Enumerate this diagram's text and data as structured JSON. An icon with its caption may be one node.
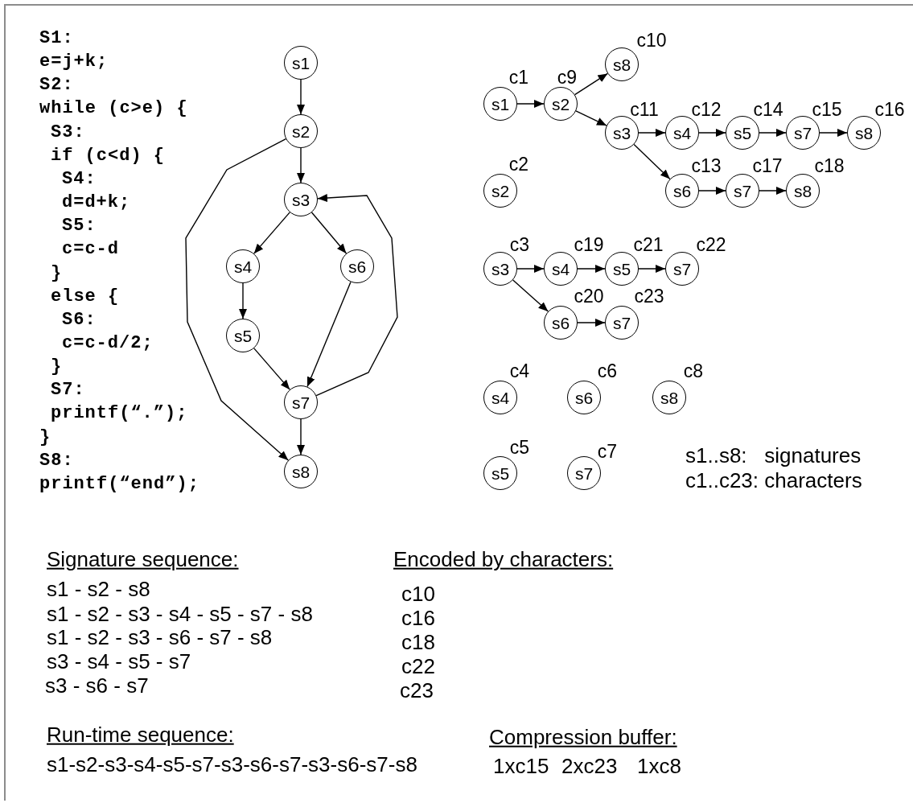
{
  "diagram": {
    "nodes": [
      {
        "text": [
          "s1"
        ]
      },
      {
        "text": [
          "s2"
        ]
      },
      {
        "text": [
          "s3"
        ]
      },
      {
        "text": [
          "s4"
        ]
      },
      {
        "text": [
          "s6"
        ]
      },
      {
        "text": [
          "s5"
        ]
      },
      {
        "text": [
          "s7"
        ]
      },
      {
        "text": [
          "s8"
        ]
      },
      {
        "text": [
          "s1"
        ],
        "beside": [
          "c1"
        ]
      },
      {
        "text": [
          "s2"
        ],
        "beside": [
          "c9"
        ]
      },
      {
        "text": [
          "s8"
        ],
        "beside": [
          "c10"
        ]
      },
      {
        "text": [
          "s3"
        ],
        "beside": [
          "c11"
        ]
      },
      {
        "text": [
          "s4"
        ],
        "beside": [
          "c12"
        ]
      },
      {
        "text": [
          "s5"
        ],
        "beside": [
          "c14"
        ]
      },
      {
        "text": [
          "s7"
        ],
        "beside": [
          "c15"
        ]
      },
      {
        "text": [
          "s8"
        ],
        "beside": [
          "c16"
        ]
      },
      {
        "text": [
          "s2"
        ],
        "beside": [
          "c2"
        ]
      },
      {
        "text": [
          "s6"
        ],
        "beside": [
          "c13"
        ]
      },
      {
        "text": [
          "s7"
        ],
        "beside": [
          "c17"
        ]
      },
      {
        "text": [
          "s8"
        ],
        "beside": [
          "c18"
        ]
      },
      {
        "text": [
          "s3"
        ],
        "beside": [
          "c3"
        ]
      },
      {
        "text": [
          "s4"
        ],
        "beside": [
          "c19"
        ]
      },
      {
        "text": [
          "s5"
        ],
        "beside": [
          "c21"
        ]
      },
      {
        "text": [
          "s7"
        ],
        "beside": [
          "c22"
        ]
      },
      {
        "text": [
          "s6"
        ],
        "beside": [
          "c20"
        ]
      },
      {
        "text": [
          "s7"
        ],
        "beside": [
          "c23"
        ]
      },
      {
        "text": [
          "s4"
        ],
        "beside": [
          "c4"
        ]
      },
      {
        "text": [
          "s6"
        ],
        "beside": [
          "c6"
        ]
      },
      {
        "text": [
          "s8"
        ],
        "beside": [
          "c8"
        ]
      },
      {
        "text": [
          "s5"
        ],
        "beside": [
          "c5"
        ]
      },
      {
        "text": [
          "s7"
        ],
        "beside": [
          "c7"
        ]
      }
    ],
    "edges": [
      {
        "from": 0,
        "to": 1,
        "arrow": "to"
      },
      {
        "from": 1,
        "to": 2,
        "arrow": "to"
      },
      {
        "from": 2,
        "to": 3,
        "arrow": "to"
      },
      {
        "from": 2,
        "to": 4,
        "arrow": "to"
      },
      {
        "from": 3,
        "to": 5,
        "arrow": "to"
      },
      {
        "from": 5,
        "to": 6,
        "arrow": "to"
      },
      {
        "from": 4,
        "to": 6,
        "arrow": "to"
      },
      {
        "from": 6,
        "to": 7,
        "arrow": "to"
      },
      {
        "from": 1,
        "to": 7,
        "arrow": "to"
      },
      {
        "from": 6,
        "to": 2,
        "arrow": "to"
      },
      {
        "from": 8,
        "to": 9,
        "arrow": "to"
      },
      {
        "from": 9,
        "to": 10,
        "arrow": "to"
      },
      {
        "from": 9,
        "to": 11,
        "arrow": "to"
      },
      {
        "from": 11,
        "to": 12,
        "arrow": "to"
      },
      {
        "from": 12,
        "to": 13,
        "arrow": "to"
      },
      {
        "from": 13,
        "to": 14,
        "arrow": "to"
      },
      {
        "from": 14,
        "to": 15,
        "arrow": "to"
      },
      {
        "from": 11,
        "to": 17,
        "arrow": "to"
      },
      {
        "from": 17,
        "to": 18,
        "arrow": "to"
      },
      {
        "from": 18,
        "to": 19,
        "arrow": "to"
      },
      {
        "from": 20,
        "to": 21,
        "arrow": "to"
      },
      {
        "from": 21,
        "to": 22,
        "arrow": "to"
      },
      {
        "from": 22,
        "to": 23,
        "arrow": "to"
      },
      {
        "from": 20,
        "to": 24,
        "arrow": "to"
      },
      {
        "from": 24,
        "to": 25,
        "arrow": "to"
      }
    ],
    "labels": [
      "S1:",
      "e=j+k;",
      "S2:",
      "while (c>e) {",
      "S3:",
      "if (c<d) {",
      "S4:",
      "d=d+k;",
      "S5:",
      "c=c-d",
      "}",
      "else {",
      "S6:",
      "c=c-d/2;",
      "}",
      "S7:",
      "printf(“.”);",
      "}",
      "S8:",
      "printf(“end”);",
      "s1..s8:   signatures",
      "c1..c23: characters",
      "Signature sequence:",
      "Encoded by characters:",
      "s1 - s2 - s8",
      "c10",
      "s1 - s2 - s3 - s4 - s5 - s7 - s8",
      "c16",
      "s1 - s2 - s3 - s6 - s7 - s8",
      "c18",
      "s3 - s4 - s5 - s7",
      "c22",
      "s3 - s6 - s7",
      "c23",
      "Run-time sequence:",
      "Compression buffer:",
      "s1-s2-s3-s4-s5-s7-s3-s6-s7-s3-s6-s7-s8",
      "1xc15",
      "2xc23",
      "1xc8"
    ]
  }
}
